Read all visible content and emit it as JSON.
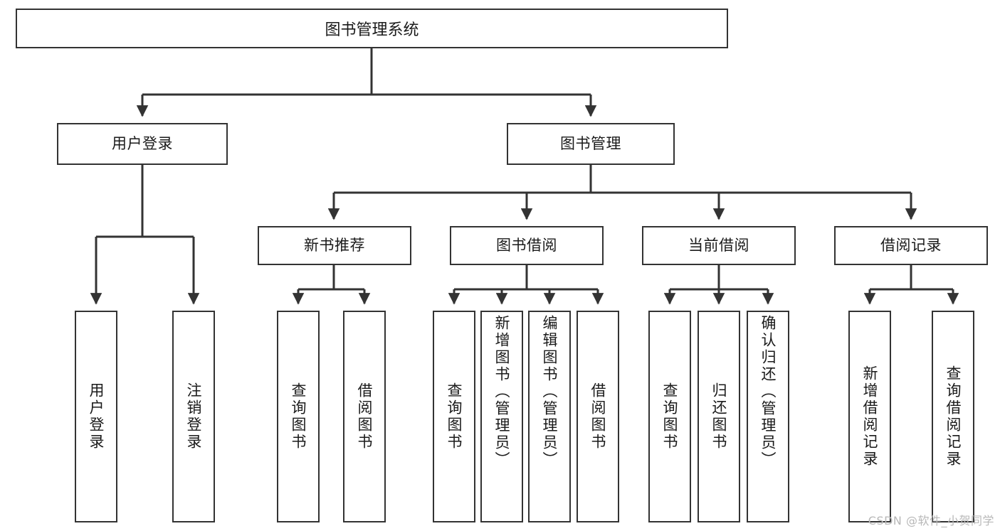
{
  "diagram": {
    "type": "tree-hierarchy",
    "title": "图书管理系统",
    "watermark": "CSDN @软件_小贺同学",
    "colors": {
      "box_border": "#333333",
      "box_fill": "#ffffff",
      "edge": "#333333",
      "text": "#1a1a1a",
      "watermark": "#b8b8b8",
      "background": "#ffffff"
    },
    "nodes": {
      "root": {
        "label": "图书管理系统"
      },
      "level2": [
        {
          "id": "user-login",
          "label": "用户登录"
        },
        {
          "id": "book-manage",
          "label": "图书管理"
        }
      ],
      "level3": [
        {
          "id": "new-book-rec",
          "label": "新书推荐"
        },
        {
          "id": "book-borrow",
          "label": "图书借阅"
        },
        {
          "id": "current-borrow",
          "label": "当前借阅"
        },
        {
          "id": "borrow-record",
          "label": "借阅记录"
        }
      ],
      "leaves": {
        "user-login": [
          {
            "id": "leaf-user-login",
            "label": "用户登录"
          },
          {
            "id": "leaf-user-logout",
            "label": "注销登录"
          }
        ],
        "new-book-rec": [
          {
            "id": "leaf-query-book-1",
            "label": "查询图书"
          },
          {
            "id": "leaf-borrow-book-1",
            "label": "借阅图书"
          }
        ],
        "book-borrow": [
          {
            "id": "leaf-query-book-2",
            "label": "查询图书"
          },
          {
            "id": "leaf-add-book",
            "label": "新增图书（管理员）"
          },
          {
            "id": "leaf-edit-book",
            "label": "编辑图书（管理员）"
          },
          {
            "id": "leaf-borrow-book-2",
            "label": "借阅图书"
          }
        ],
        "current-borrow": [
          {
            "id": "leaf-query-book-3",
            "label": "查询图书"
          },
          {
            "id": "leaf-return-book",
            "label": "归还图书"
          },
          {
            "id": "leaf-confirm-return",
            "label": "确认归还（管理员）"
          }
        ],
        "borrow-record": [
          {
            "id": "leaf-add-record",
            "label": "新增借阅记录"
          },
          {
            "id": "leaf-query-record",
            "label": "查询借阅记录"
          }
        ]
      }
    }
  }
}
